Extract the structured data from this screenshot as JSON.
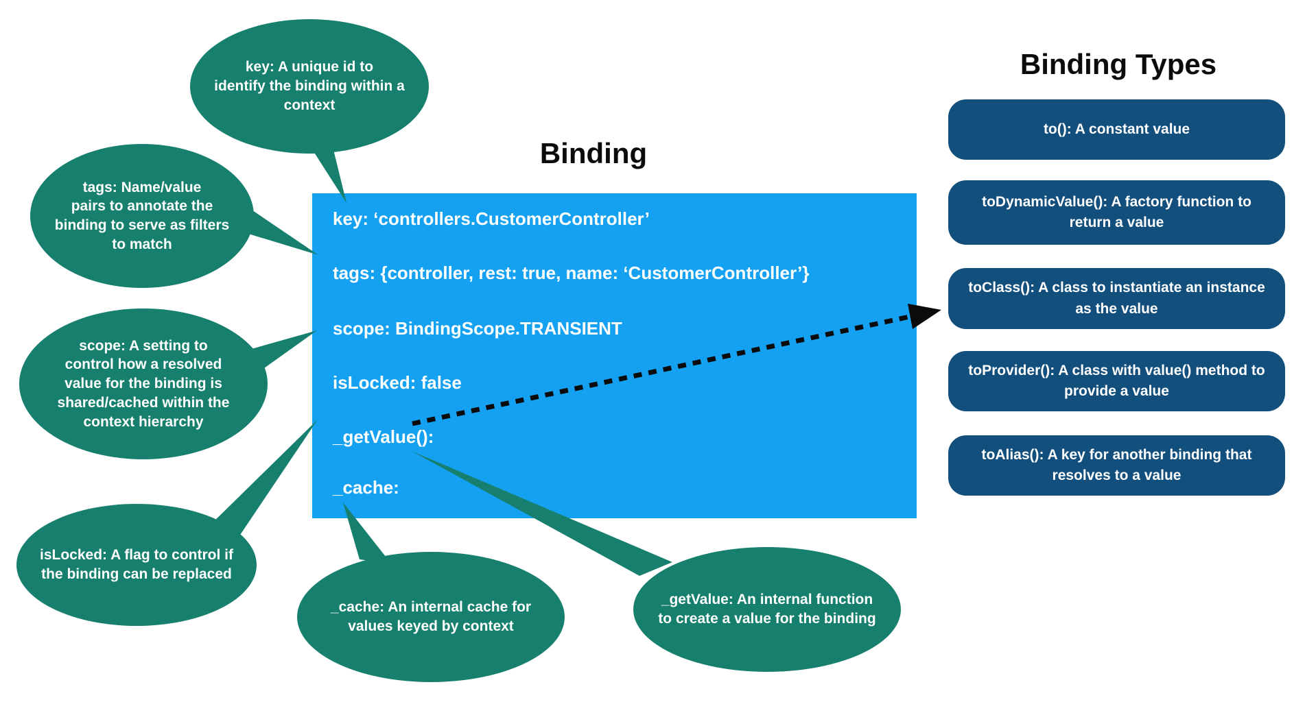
{
  "colors": {
    "teal": "#177F6D",
    "blue": "#14A1F1",
    "navy": "#134F7C",
    "ink": "#0b0b0b"
  },
  "binding": {
    "title": "Binding",
    "box_lines": [
      "key: ‘controllers.CustomerController’",
      "tags: {controller, rest: true, name: ‘CustomerController’}",
      "scope: BindingScope.TRANSIENT",
      "isLocked: false",
      "_getValue():",
      "_cache:"
    ]
  },
  "callouts": {
    "key": "key: A unique id to\nidentify the binding within a\ncontext",
    "tags": "tags: Name/value\npairs to annotate the\nbinding to serve as filters\nto match",
    "scope": "scope: A setting to\ncontrol how a resolved\nvalue for the binding is\nshared/cached within the\ncontext hierarchy",
    "islocked": "isLocked: A flag to control if\nthe binding can be replaced",
    "cache": "_cache: An internal cache for\nvalues keyed by context",
    "getvalue": "_getValue: An internal function\nto create a value for the binding"
  },
  "binding_types": {
    "title": "Binding Types",
    "items": [
      "to(): A constant value",
      "toDynamicValue(): A factory function to\nreturn a value",
      "toClass(): A class to instantiate an instance\nas the value",
      "toProvider(): A class with value() method to\nprovide a value",
      "toAlias(): A key for another binding that\nresolves to a value"
    ]
  }
}
